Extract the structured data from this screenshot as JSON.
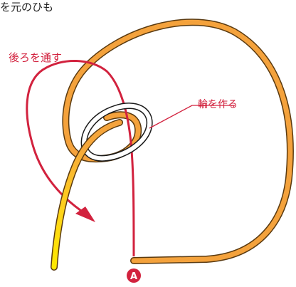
{
  "caption": "を元のひも",
  "labels": {
    "pass_behind": "後ろを通す",
    "make_loop": "輪を作る",
    "point_marker": "A"
  },
  "colors": {
    "rope_orange": "#F4A23C",
    "rope_outline": "#5A3A10",
    "rope_yellow": "#FFE800",
    "arrow_red": "#D2223E",
    "loop_outline": "#1A1A1A",
    "marker_fill": "#D2223E",
    "marker_text": "#FFFFFF",
    "text_dark": "#222222"
  }
}
